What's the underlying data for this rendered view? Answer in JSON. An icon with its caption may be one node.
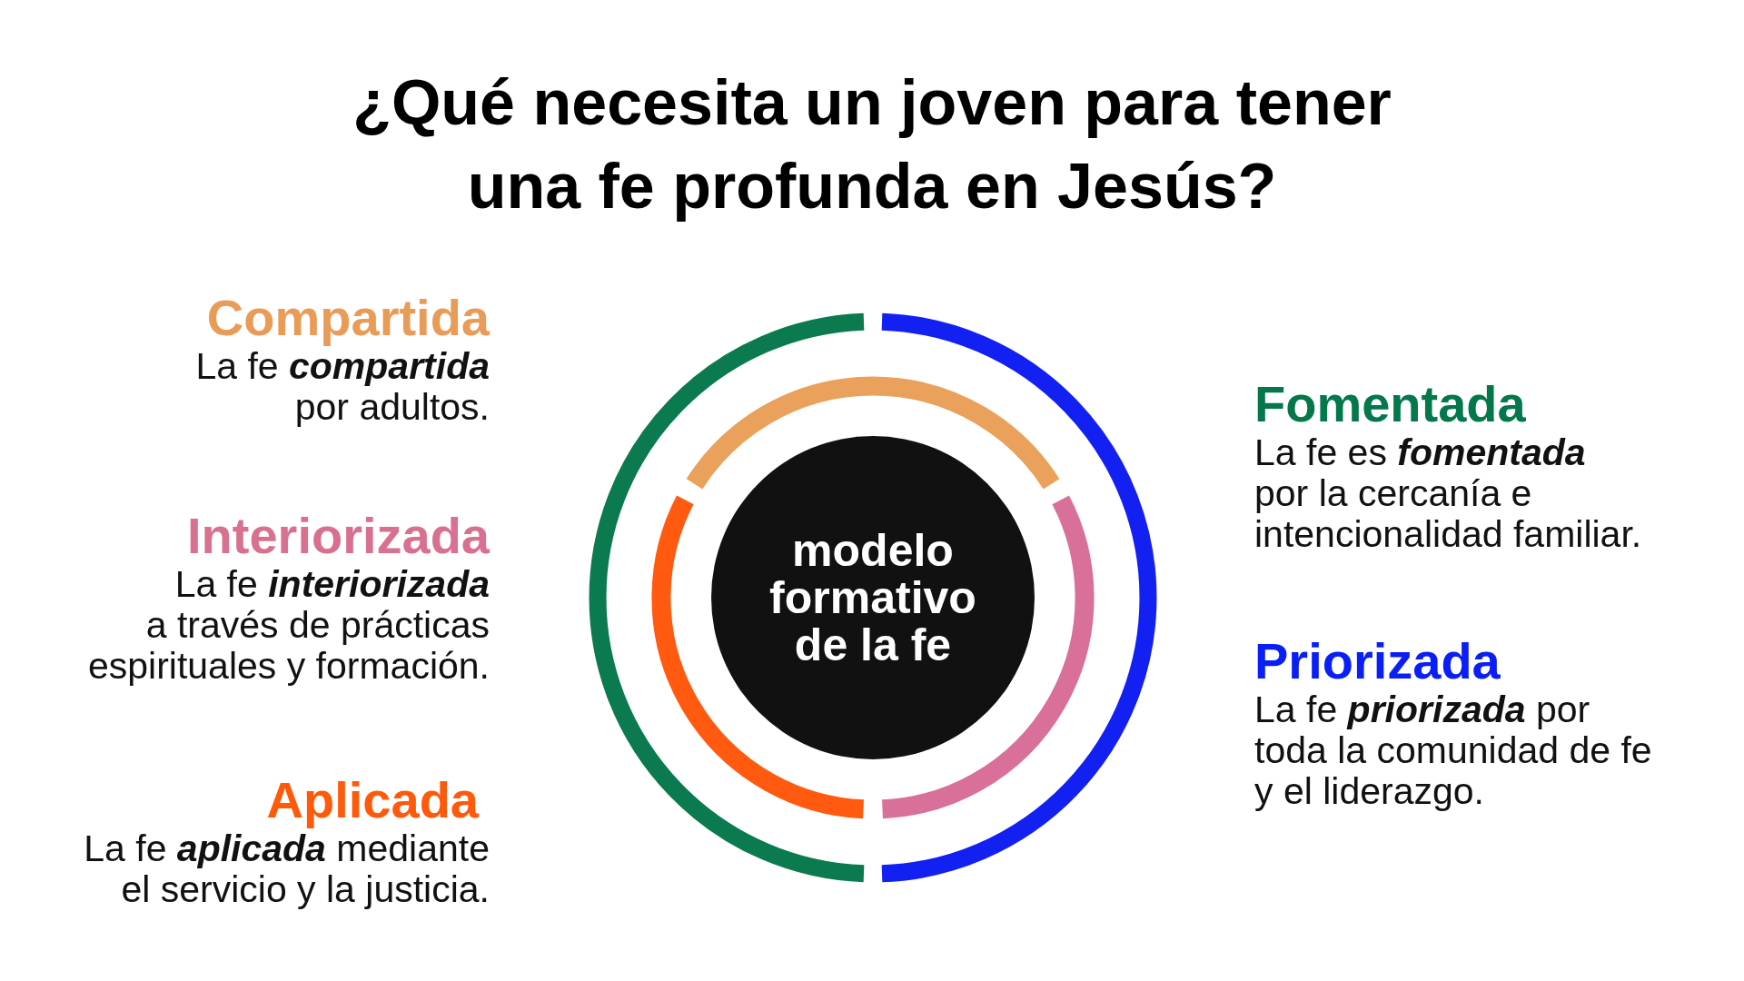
{
  "diagram": {
    "title": "¿Qué necesita un joven para tener una fe profunda en Jesús?",
    "nodes": [
      {
        "text": [
          "modelo formativo de la fe"
        ]
      }
    ],
    "labels": [
      "Compartida",
      "La fe **compartida** por adultos.",
      "Interiorizada",
      "La fe **interiorizada** a través de prácticas espirituales y formación.",
      "Aplicada",
      "La fe **aplicada** mediante el servicio y la justicia.",
      "Fomentada",
      "La fe es **fomentada** por la cercanía e intencionalidad familiar.",
      "Priorizada",
      "La fe **priorizada** por toda la comunidad de fe y el liderazgo."
    ]
  }
}
